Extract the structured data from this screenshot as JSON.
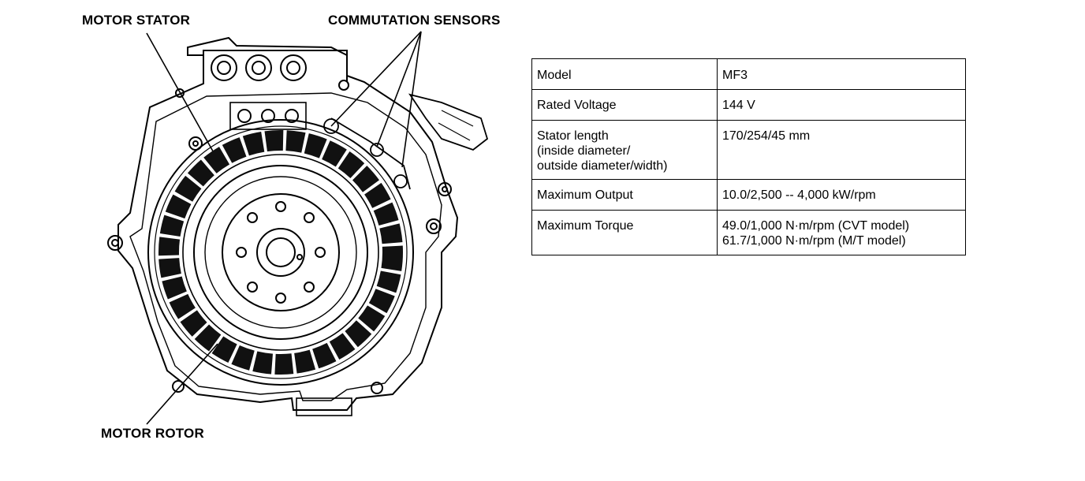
{
  "labels": {
    "motor_stator": "MOTOR STATOR",
    "commutation_sensors": "COMMUTATION SENSORS",
    "motor_rotor": "MOTOR ROTOR"
  },
  "spec_table": {
    "rows": [
      {
        "label": [
          "Model"
        ],
        "value": [
          "MF3"
        ]
      },
      {
        "label": [
          "Rated Voltage"
        ],
        "value": [
          "144 V"
        ]
      },
      {
        "label": [
          "Stator length",
          "(inside diameter/",
          "outside diameter/width)"
        ],
        "value": [
          "170/254/45 mm"
        ]
      },
      {
        "label": [
          "Maximum Output"
        ],
        "value": [
          "10.0/2,500 -- 4,000 kW/rpm"
        ]
      },
      {
        "label": [
          "Maximum Torque"
        ],
        "value": [
          "49.0/1,000 N·m/rpm (CVT model)",
          "61.7/1,000 N·m/rpm (M/T model)"
        ]
      }
    ]
  }
}
